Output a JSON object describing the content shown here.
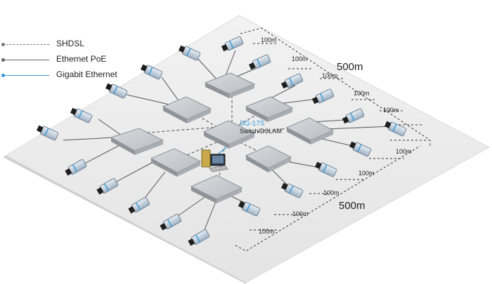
{
  "legend": {
    "shdsl": "SHDSL",
    "poe": "Ethernet PoE",
    "gige": "Gigabit Ethernet"
  },
  "central": {
    "model": "SG-17S",
    "subtitle": "Switch/DSLAM"
  },
  "labels": {
    "distance_large": "500m",
    "distance_small": "100m"
  },
  "colors": {
    "floor": "#e9e9e9",
    "switch_top": "#c9ccd0",
    "accent": "#3a9ad6"
  },
  "icons": [
    "ip-camera-icon",
    "computer-icon",
    "switch-icon"
  ]
}
